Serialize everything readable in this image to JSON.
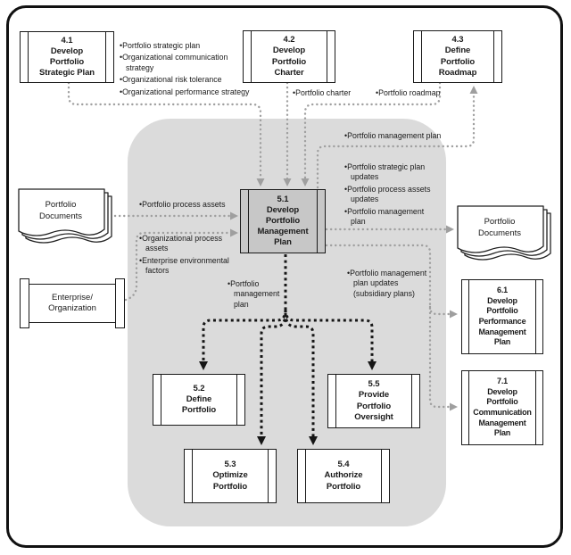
{
  "colors": {
    "canvas": "#ffffff",
    "frame_border": "#111111",
    "region_fill": "#dbdbdb",
    "process_fill": "#ffffff",
    "process_51_fill": "#c7c7c7",
    "line_gray": "#9f9f9f",
    "line_black": "#161616",
    "text": "#1a1a1a"
  },
  "processes": {
    "p41": "4.1\nDevelop\nPortfolio\nStrategic Plan",
    "p42": "4.2\nDevelop\nPortfolio\nCharter",
    "p43": "4.3\nDefine\nPortfolio\nRoadmap",
    "p51": "5.1\nDevelop\nPortfolio\nManagement\nPlan",
    "p52": "5.2\nDefine\nPortfolio",
    "p53": "5.3\nOptimize\nPortfolio",
    "p54": "5.4\nAuthorize\nPortfolio",
    "p55": "5.5\nProvide\nPortfolio\nOversight",
    "p61": "6.1\nDevelop\nPortfolio\nPerformance\nManagement\nPlan",
    "p71": "7.1\nDevelop\nPortfolio\nCommunication\nManagement\nPlan"
  },
  "stores": {
    "docs_left": "Portfolio\nDocuments",
    "docs_right": "Portfolio\nDocuments"
  },
  "entities": {
    "enterprise": "Enterprise/\nOrganization"
  },
  "flow_labels": {
    "from_41": [
      "Portfolio strategic plan",
      "Organizational communication\nstrategy",
      "Organizational risk tolerance",
      "Organizational performance strategy"
    ],
    "from_42": "Portfolio charter",
    "from_43": "Portfolio roadmap",
    "to_43": "Portfolio management plan",
    "from_docs_left": "Portfolio process assets",
    "from_enterprise": [
      "Organizational process\nassets",
      "Enterprise environmental\nfactors"
    ],
    "to_docs_right": [
      "Portfolio strategic plan\nupdates",
      "Portfolio process assets\nupdates",
      "Portfolio management\nplan"
    ],
    "to_children": "Portfolio\nmanagement\nplan",
    "to_61_71": "Portfolio management\nplan updates\n(subsidiary plans)"
  }
}
